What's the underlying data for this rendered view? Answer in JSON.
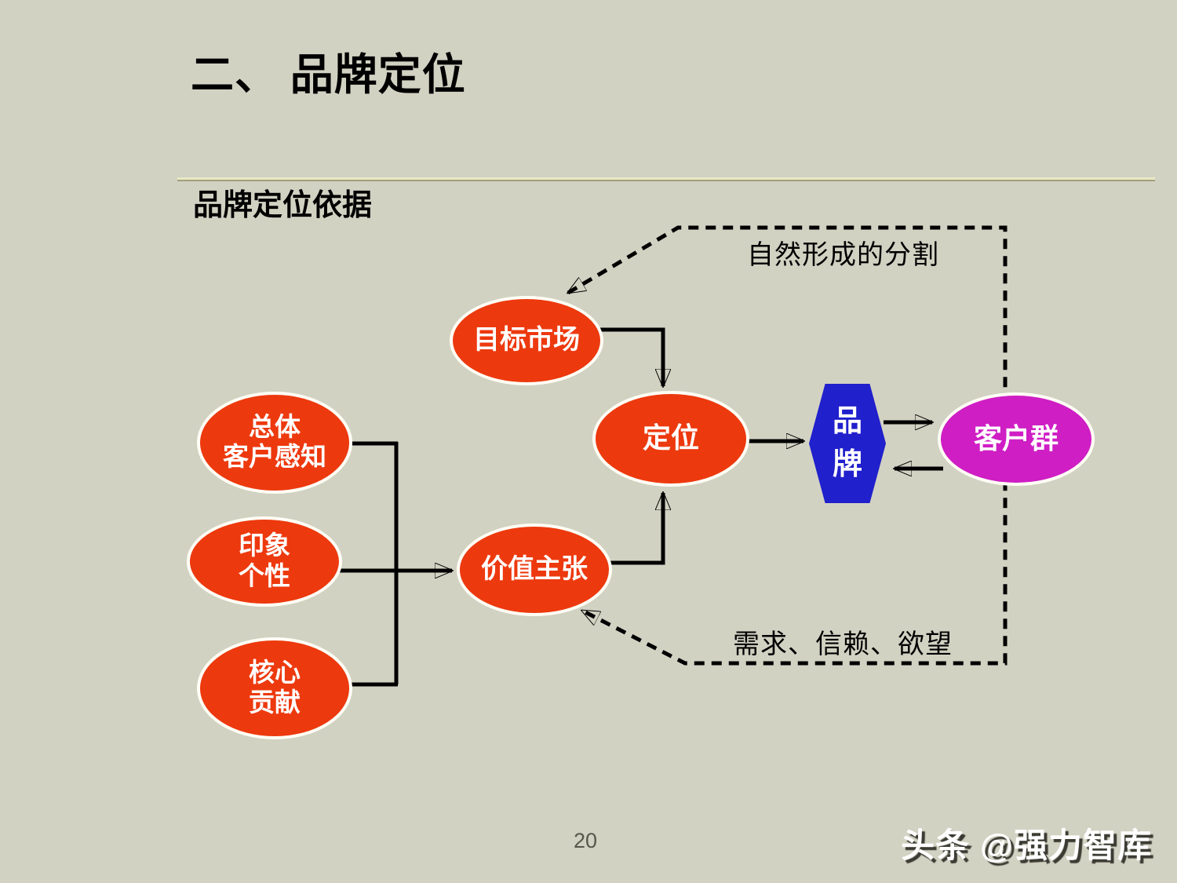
{
  "slide": {
    "title": "二、 品牌定位",
    "subtitle": "品牌定位依据",
    "page_number": "20",
    "watermark": "头条 @强力智库",
    "colors": {
      "background": "#d2d2c3",
      "node_red": "#ed390e",
      "node_blue": "#2020cc",
      "node_magenta": "#cf1ec4",
      "node_border": "#fffef5",
      "line": "#000000",
      "accent_light": "#e8e8c6",
      "accent_dark": "#a0a07c"
    }
  },
  "diagram": {
    "nodes": {
      "target_market": {
        "label": "目标市场"
      },
      "overall_perception": {
        "line1": "总体",
        "line2": "客户感知"
      },
      "impression": {
        "line1": "印象",
        "line2": "个性"
      },
      "core_contribution": {
        "line1": "核心",
        "line2": "贡献"
      },
      "value_proposition": {
        "label": "价值主张"
      },
      "positioning": {
        "label": "定位"
      },
      "brand": {
        "line1": "品",
        "line2": "牌"
      },
      "customer_group": {
        "label": "客户群"
      }
    },
    "annotations": {
      "top": "自然形成的分割",
      "bottom": "需求、信赖、欲望"
    }
  }
}
